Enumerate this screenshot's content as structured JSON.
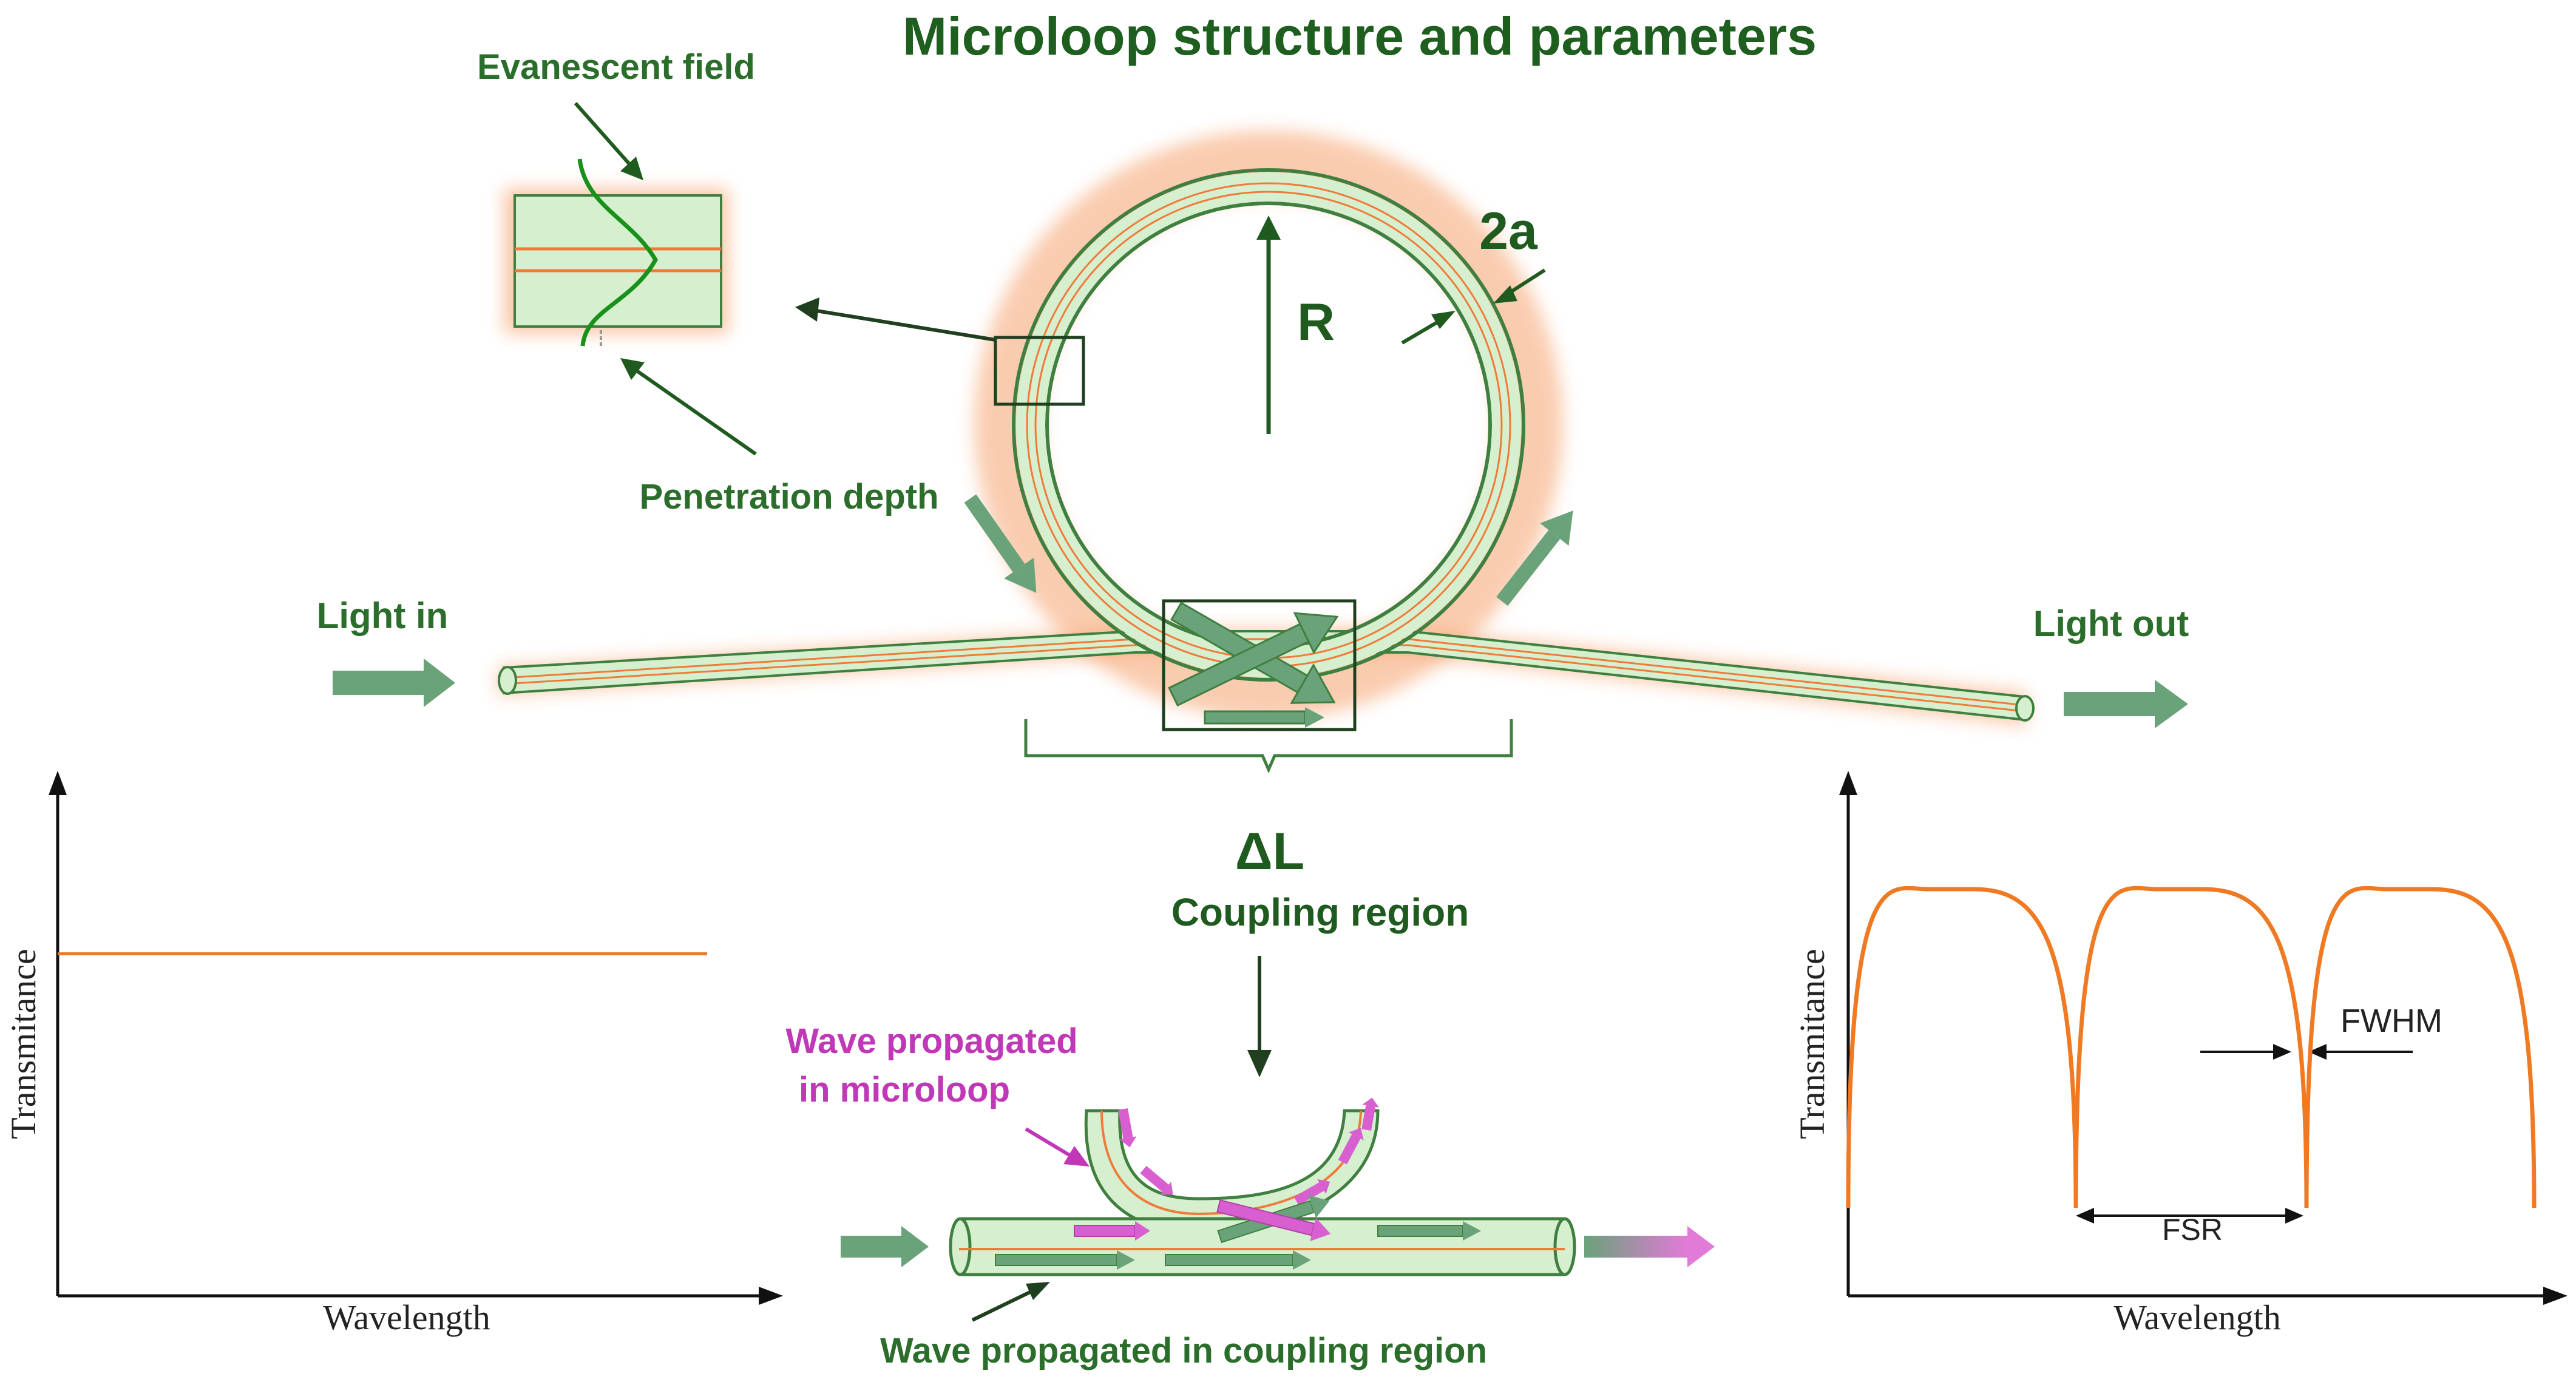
{
  "title": "Microloop structure and parameters",
  "labels": {
    "evanescent_field": "Evanescent field",
    "penetration_depth": "Penetration depth",
    "radius": "R",
    "diameter": "2a",
    "light_in": "Light in",
    "light_out": "Light out",
    "delta_l": "ΔL",
    "coupling_region": "Coupling region",
    "wave_microloop_line1": "Wave propagated",
    "wave_microloop_line2": "in microloop",
    "wave_coupling": "Wave propagated in coupling region"
  },
  "colors": {
    "title": "#1e5e1e",
    "fiber_fill": "#d6f0cf",
    "fiber_stroke": "#3f7f3f",
    "core": "#f07a3a",
    "glow": "#f6a36e",
    "arrow": "#5f9c72",
    "pink_arrow": "#d85fcf",
    "curve": "#f07a24"
  },
  "chart_data": [
    {
      "type": "line",
      "xlabel": "Wavelength",
      "ylabel": "Transmitance",
      "series": [
        {
          "shape": "flat",
          "x": [
            0,
            1
          ],
          "y": [
            0.7,
            0.7
          ]
        }
      ],
      "grid": false
    },
    {
      "type": "line",
      "xlabel": "Wavelength",
      "ylabel": "Transmitance",
      "series": [
        {
          "shape": "periodic resonance dips",
          "dips": 4,
          "peaks": 3
        }
      ],
      "annotations": [
        "FWHM",
        "FSR"
      ],
      "grid": false
    }
  ]
}
